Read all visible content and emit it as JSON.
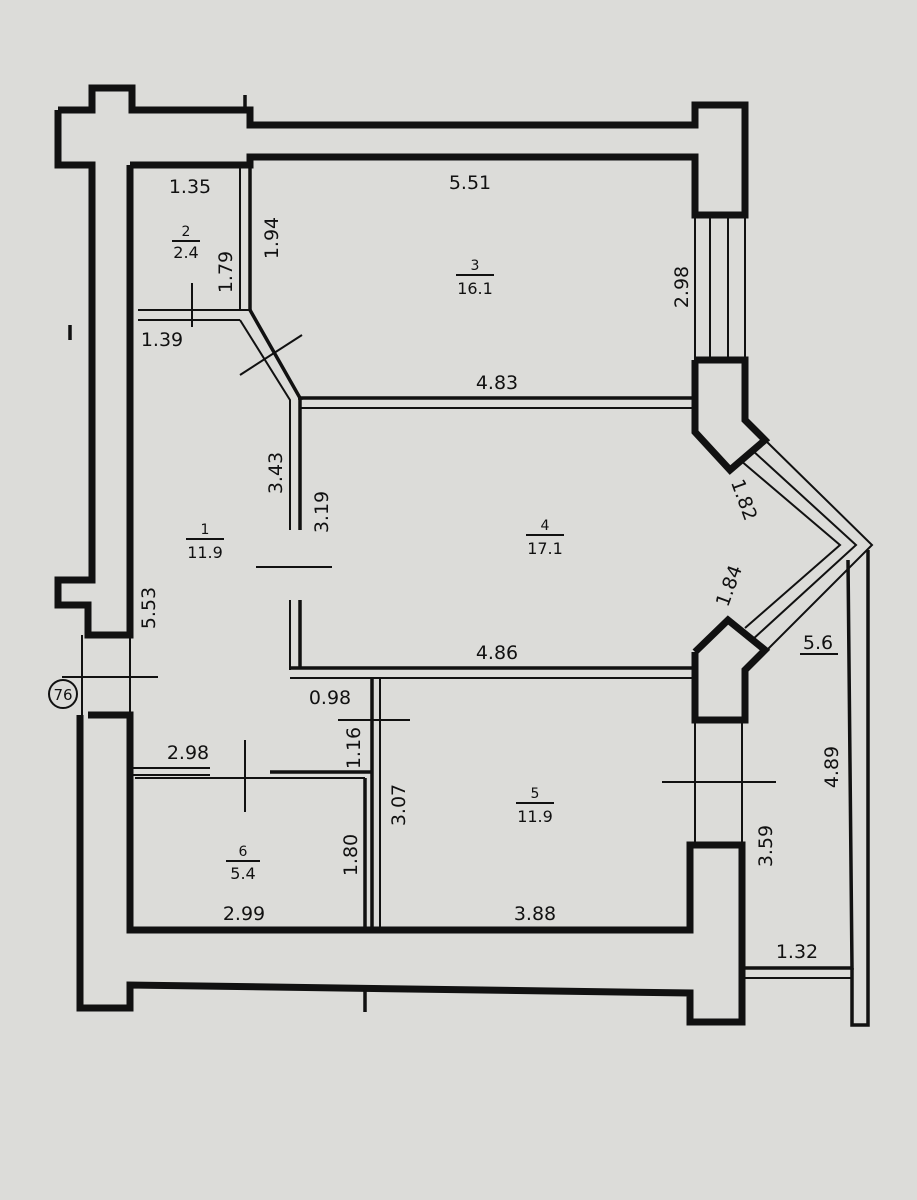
{
  "plan": {
    "rooms": [
      {
        "number": "1",
        "area": "11.9"
      },
      {
        "number": "2",
        "area": "2.4"
      },
      {
        "number": "3",
        "area": "16.1"
      },
      {
        "number": "4",
        "area": "17.1"
      },
      {
        "number": "5",
        "area": "11.9"
      },
      {
        "number": "6",
        "area": "5.4"
      }
    ],
    "dimensions": {
      "d1_35": "1.35",
      "d1_94": "1.94",
      "d1_79": "1.79",
      "d5_51": "5.51",
      "d2_98a": "2.98",
      "d1_39": "1.39",
      "d4_83": "4.83",
      "d3_43": "3.43",
      "d3_19": "3.19",
      "d1_82": "1.82",
      "d1_84": "1.84",
      "d5_53": "5.53",
      "d4_86": "4.86",
      "d5_6": "5.6",
      "d0_98": "0.98",
      "d1_16": "1.16",
      "d2_98b": "2.98",
      "d3_07": "3.07",
      "d4_89": "4.89",
      "d1_80": "1.80",
      "d3_59": "3.59",
      "d2_99": "2.99",
      "d3_88": "3.88",
      "d1_32": "1.32"
    },
    "axis_marker": "76"
  }
}
